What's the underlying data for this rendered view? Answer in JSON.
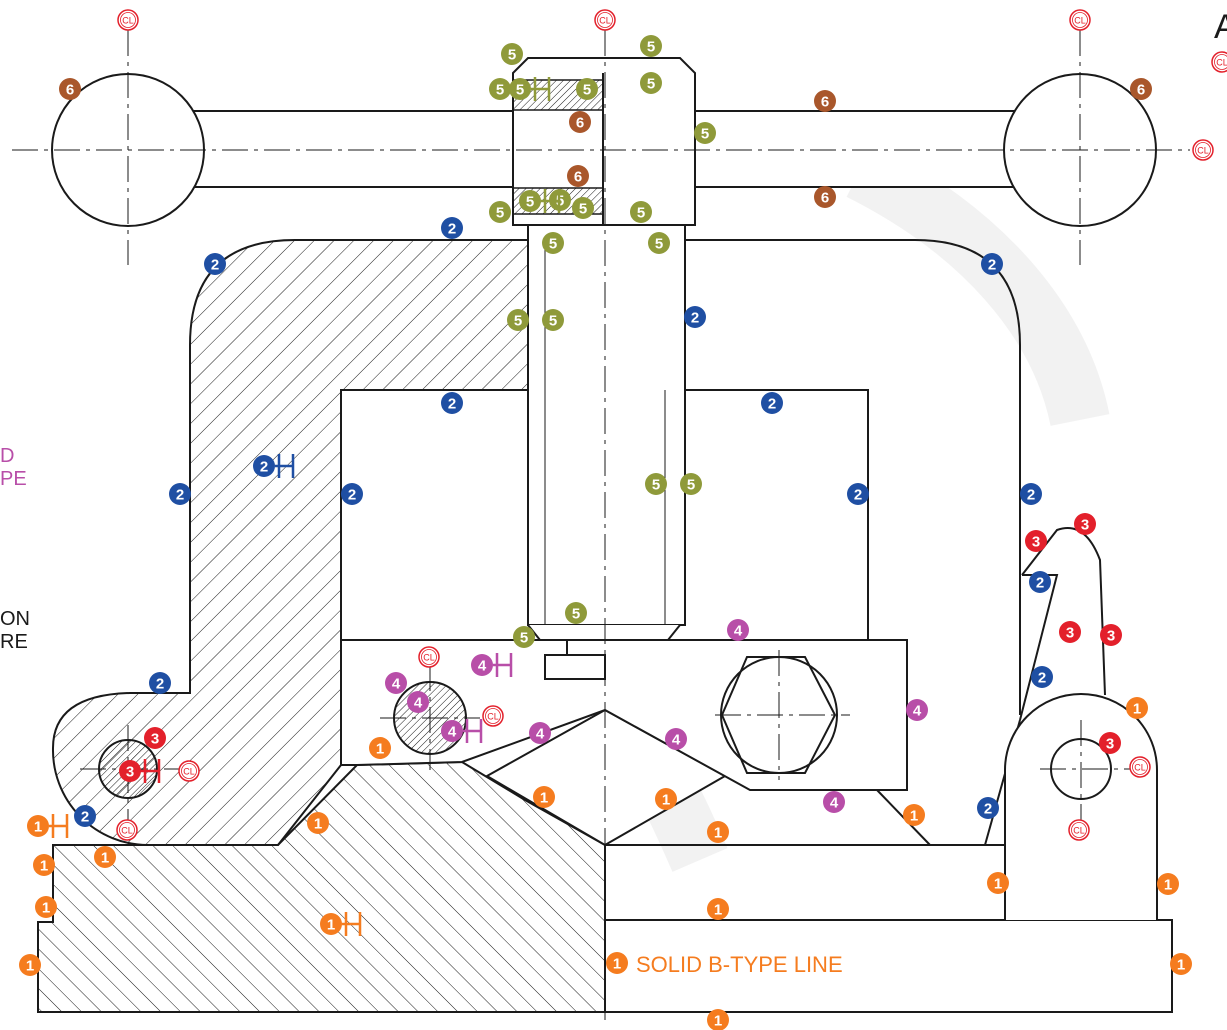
{
  "colors": {
    "line": "#1a1a1a",
    "type1": "#f57c1f",
    "type2": "#1f4fa3",
    "type3": "#e3202b",
    "type4": "#b84ea8",
    "type5": "#8f9a3a",
    "type6": "#a9572b",
    "cl": "#e3202b"
  },
  "legend": {
    "corner_letter": "A",
    "left_text_purple": "D\nPE",
    "left_text_black": "\nON\nRE",
    "solid_b_label": "SOLID B-TYPE LINE",
    "solid_b_badge": "1"
  },
  "cl_text": "CL",
  "icons": {
    "cl_marker": "cl-marker-icon",
    "number_badge": "number-badge-icon",
    "thickness_marker": "thickness-marker-icon"
  },
  "markers": {
    "badges": [
      {
        "n": "6",
        "t": 6
      },
      {
        "n": "5",
        "t": 5
      },
      {
        "n": "5",
        "t": 5
      },
      {
        "n": "5",
        "t": 5
      },
      {
        "n": "5",
        "t": 5
      },
      {
        "n": "5",
        "t": 5
      },
      {
        "n": "6",
        "t": 6
      },
      {
        "n": "6",
        "t": 6
      },
      {
        "n": "6",
        "t": 6
      },
      {
        "n": "5",
        "t": 5
      },
      {
        "n": "6",
        "t": 6
      },
      {
        "n": "6",
        "t": 6
      },
      {
        "n": "5",
        "t": 5
      },
      {
        "n": "5",
        "t": 5
      },
      {
        "n": "5",
        "t": 5
      },
      {
        "n": "5",
        "t": 5
      },
      {
        "n": "5",
        "t": 5
      },
      {
        "n": "5",
        "t": 5
      },
      {
        "n": "2",
        "t": 2
      },
      {
        "n": "2",
        "t": 2
      },
      {
        "n": "2",
        "t": 2
      },
      {
        "n": "5",
        "t": 5
      },
      {
        "n": "5",
        "t": 5
      },
      {
        "n": "2",
        "t": 2
      },
      {
        "n": "2",
        "t": 2
      },
      {
        "n": "2",
        "t": 2
      },
      {
        "n": "2",
        "t": 2
      },
      {
        "n": "2",
        "t": 2
      },
      {
        "n": "5",
        "t": 5
      },
      {
        "n": "5",
        "t": 5
      },
      {
        "n": "2",
        "t": 2
      },
      {
        "n": "2",
        "t": 2
      },
      {
        "n": "3",
        "t": 3
      },
      {
        "n": "3",
        "t": 3
      },
      {
        "n": "2",
        "t": 2
      },
      {
        "n": "5",
        "t": 5
      },
      {
        "n": "5",
        "t": 5
      },
      {
        "n": "4",
        "t": 4
      },
      {
        "n": "3",
        "t": 3
      },
      {
        "n": "3",
        "t": 3
      },
      {
        "n": "2",
        "t": 2
      },
      {
        "n": "2",
        "t": 2
      },
      {
        "n": "4",
        "t": 4
      },
      {
        "n": "4",
        "t": 4
      },
      {
        "n": "1",
        "t": 1
      },
      {
        "n": "4",
        "t": 4
      },
      {
        "n": "3",
        "t": 3
      },
      {
        "n": "4",
        "t": 4
      },
      {
        "n": "4",
        "t": 4
      },
      {
        "n": "3",
        "t": 3
      },
      {
        "n": "1",
        "t": 1
      },
      {
        "n": "1",
        "t": 1
      },
      {
        "n": "1",
        "t": 1
      },
      {
        "n": "4",
        "t": 4
      },
      {
        "n": "1",
        "t": 1
      },
      {
        "n": "2",
        "t": 2
      },
      {
        "n": "2",
        "t": 2
      },
      {
        "n": "1",
        "t": 1
      },
      {
        "n": "1",
        "t": 1
      },
      {
        "n": "1",
        "t": 1
      },
      {
        "n": "1",
        "t": 1
      },
      {
        "n": "1",
        "t": 1
      },
      {
        "n": "1",
        "t": 1
      },
      {
        "n": "1",
        "t": 1
      },
      {
        "n": "1",
        "t": 1
      },
      {
        "n": "1",
        "t": 1
      },
      {
        "n": "1",
        "t": 1
      },
      {
        "n": "1",
        "t": 1
      }
    ],
    "thickness": [
      {
        "n": "5",
        "t": 5
      },
      {
        "n": "5",
        "t": 5
      },
      {
        "n": "2",
        "t": 2
      },
      {
        "n": "4",
        "t": 4
      },
      {
        "n": "4",
        "t": 4
      },
      {
        "n": "3",
        "t": 3
      },
      {
        "n": "1",
        "t": 1
      },
      {
        "n": "1",
        "t": 1
      }
    ]
  }
}
